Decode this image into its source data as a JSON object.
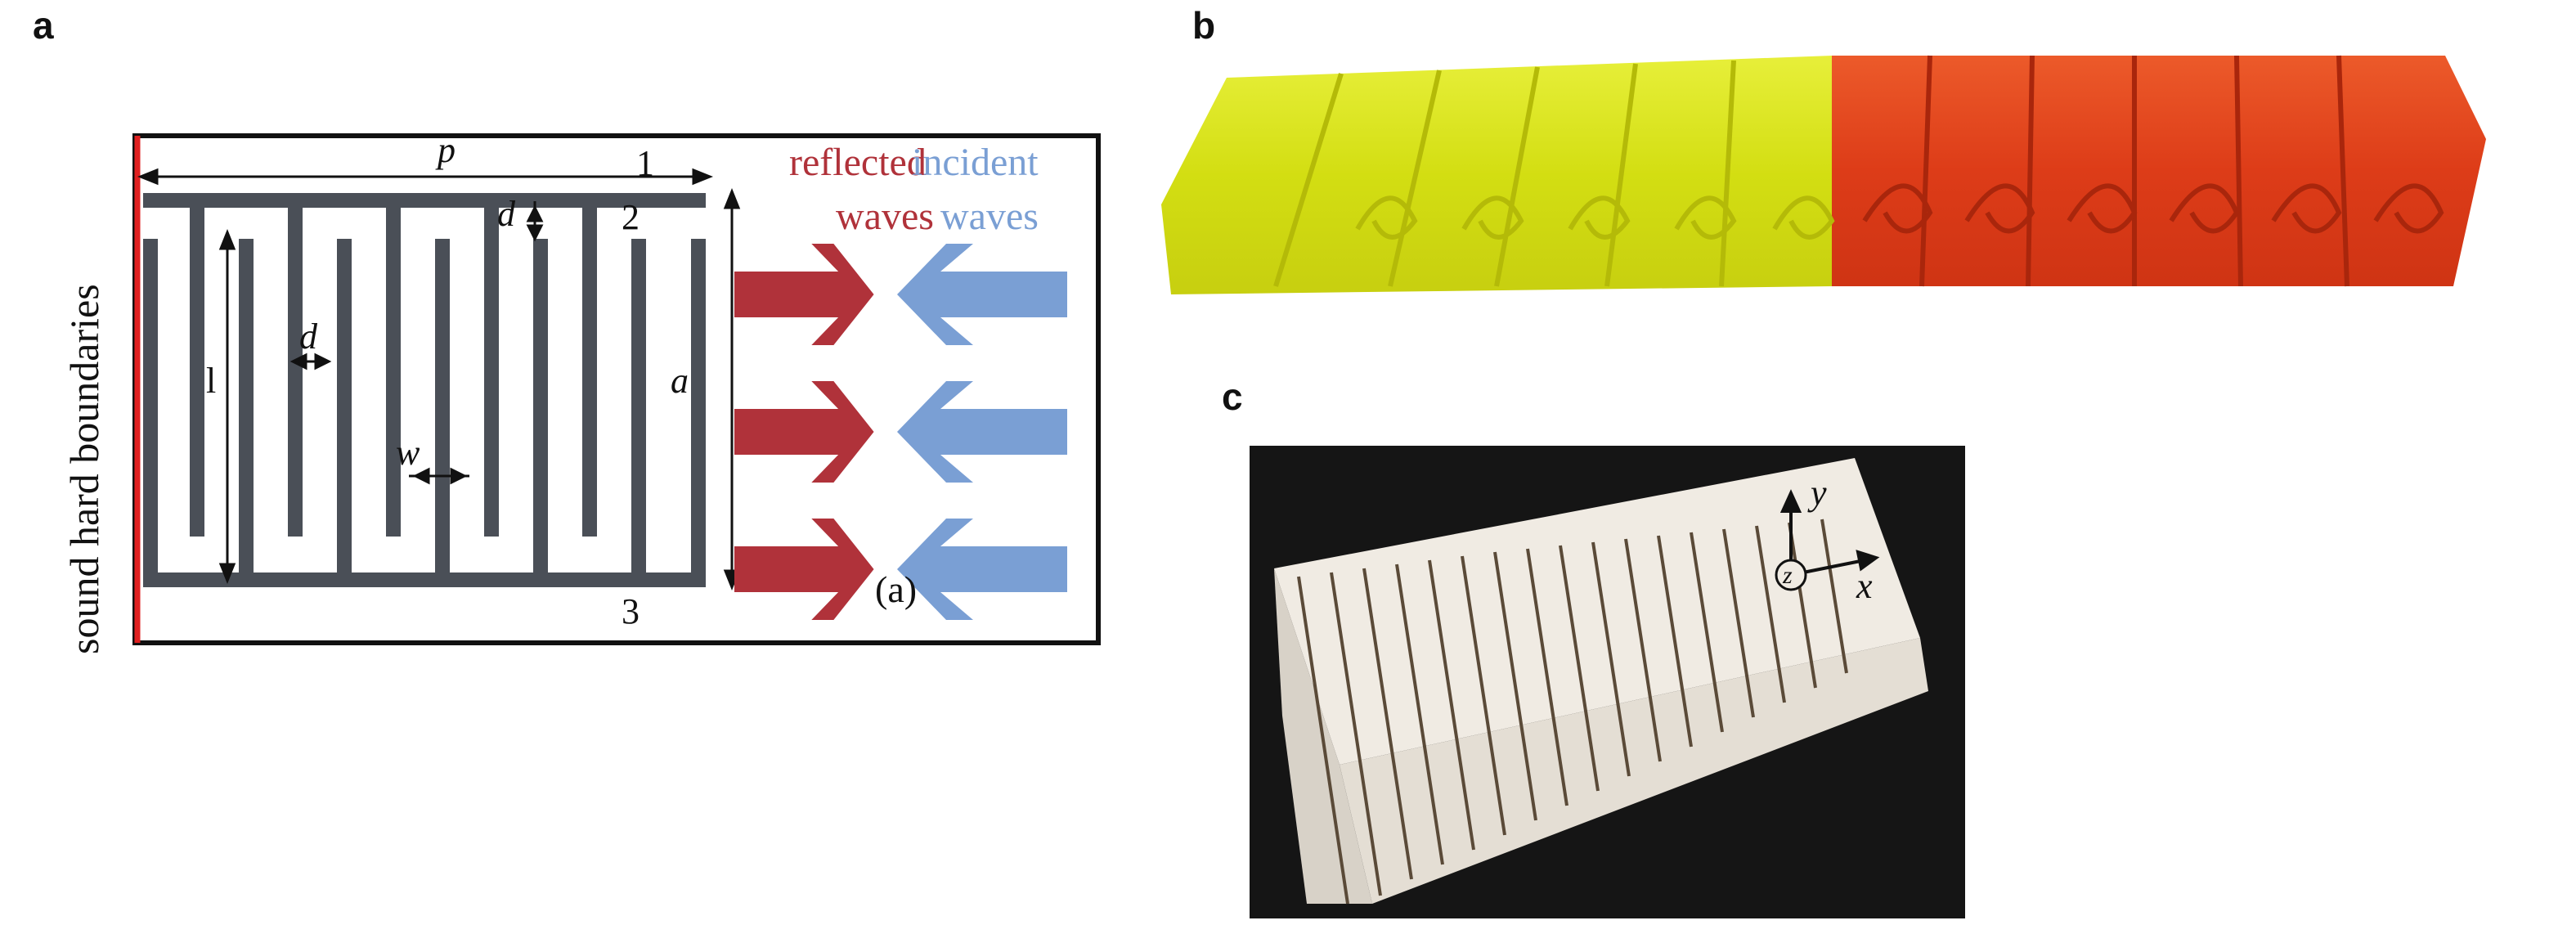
{
  "panels": {
    "a": {
      "letter": "a",
      "side_label": "sound hard boundaries",
      "dims": {
        "p": "p",
        "d_top": "d",
        "d_mid": "d",
        "l": "l",
        "w": "w",
        "a": "a"
      },
      "points": [
        "1",
        "2",
        "3"
      ],
      "reflected": [
        "reflected",
        "waves"
      ],
      "incident": [
        "incident",
        "waves"
      ],
      "sublabel": "(a)",
      "colors": {
        "reflected": "#b0323a",
        "incident": "#7a9fd4",
        "boundary": "#e02020",
        "structure": "#4a4f57"
      }
    },
    "b": {
      "letter": "b",
      "colors": {
        "left_half": "#d7e31a",
        "right_half": "#e0401a"
      }
    },
    "c": {
      "letter": "c",
      "axes": {
        "y": "y",
        "z": "z",
        "x": "x"
      },
      "colors": {
        "background": "#151515",
        "material": "#ece6dd"
      }
    }
  }
}
